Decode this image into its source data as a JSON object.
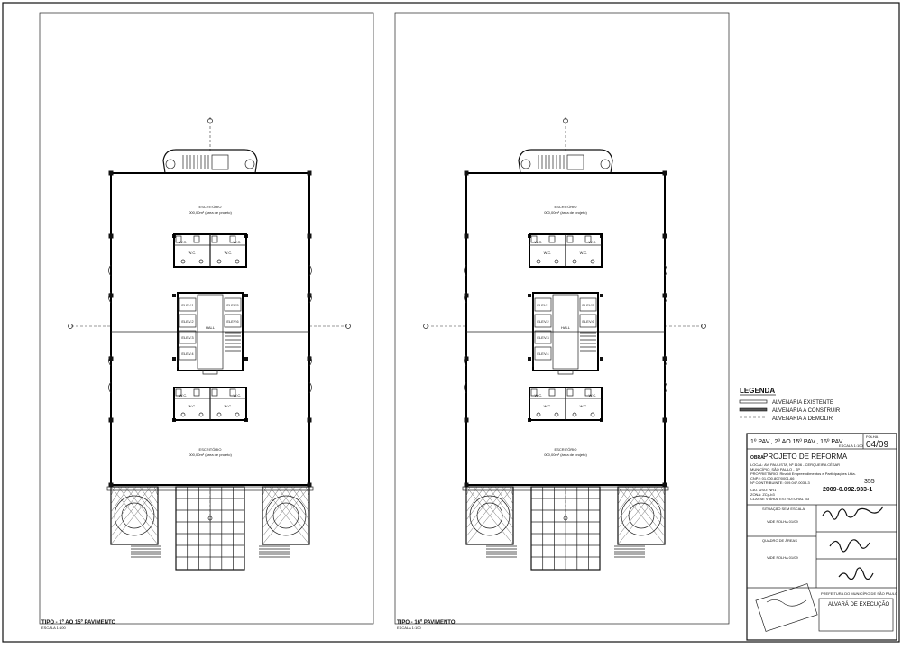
{
  "plans": [
    {
      "title": "TIPO - 1º AO 15º PAVIMENTO",
      "scale": "ESCALA 1:100",
      "room_top": "ESCRITÓRIO",
      "room_top_area": "000,00m² (área de projeto)",
      "room_bottom": "ESCRITÓRIO",
      "room_bottom_area": "000,00m² (área de projeto)",
      "hall": "HALL",
      "elevators": [
        "ELEV.1",
        "ELEV.2",
        "ELEV.3",
        "ELEV.4",
        "ELEV.5",
        "ELEV.6"
      ],
      "wc": [
        "W.C.",
        "W.C.",
        "W.C.",
        "W.C.",
        "W.C.",
        "W.C.",
        "W.C.",
        "W.C."
      ]
    },
    {
      "title": "TIPO - 16º PAVIMENTO",
      "scale": "ESCALA 1:100",
      "room_top": "ESCRITÓRIO",
      "room_top_area": "000,00m² (área de projeto)",
      "room_bottom": "ESCRITÓRIO",
      "room_bottom_area": "000,00m² (área de projeto)",
      "hall": "HALL",
      "elevators": [
        "ELEV.1",
        "ELEV.2",
        "ELEV.3",
        "ELEV.4",
        "ELEV.5",
        "ELEV.6"
      ],
      "wc": [
        "W.C.",
        "W.C.",
        "W.C.",
        "W.C.",
        "W.C.",
        "W.C.",
        "W.C.",
        "W.C."
      ]
    }
  ],
  "legend": {
    "title": "LEGENDA",
    "items": [
      {
        "label": "ALVENARIA EXISTENTE",
        "style": "outline"
      },
      {
        "label": "ALVENARIA A CONSTRUIR",
        "style": "hatched"
      },
      {
        "label": "ALVENARIA A DEMOLIR",
        "style": "dashed"
      }
    ]
  },
  "title_block": {
    "sheet_subject": "1º PAV., 2º AO 15º PAV., 16º PAV.",
    "folha_label": "FOLHA",
    "sheet_number": "04/09",
    "escala": "ESCALA 1:100",
    "project_label": "OBRA:",
    "project_title": "PROJETO DE REFORMA",
    "lines": [
      "LOCAL: AV. PAULISTA, Nº 1106 - CERQUEIRA CÉSAR",
      "MUNICÍPIO: SÃO PAULO - SP",
      "PROPRIETÁRIO: Rinaldi Empreendimentos e Participações Ltda.",
      "CNPJ: 01.000.807/0001-66",
      "Nº CONTRIBUINTE: 009.047.0038-3"
    ],
    "zone_lines": [
      "CAT. USO: NR1",
      "ZONA: ZCp-b3",
      "CLASSE VIÁRIA: ESTRUTURAL N3"
    ],
    "stamp_number": "2009-0.092.933-1",
    "stamp_small": "355",
    "situacao_label": "SITUAÇÃO SEM ESCALA",
    "ver_folha_1": "VIDE FOLHA 01/09",
    "quadro_label": "QUADRO DE ÁREAS",
    "ver_folha_2": "VIDE FOLHA 01/09",
    "prefeitura": "PREFEITURA DO MUNICÍPIO DE SÃO PAULO",
    "approval": "ALVARÁ DE EXECUÇÃO"
  },
  "colors": {
    "ink": "#111111",
    "paper": "#ffffff"
  }
}
